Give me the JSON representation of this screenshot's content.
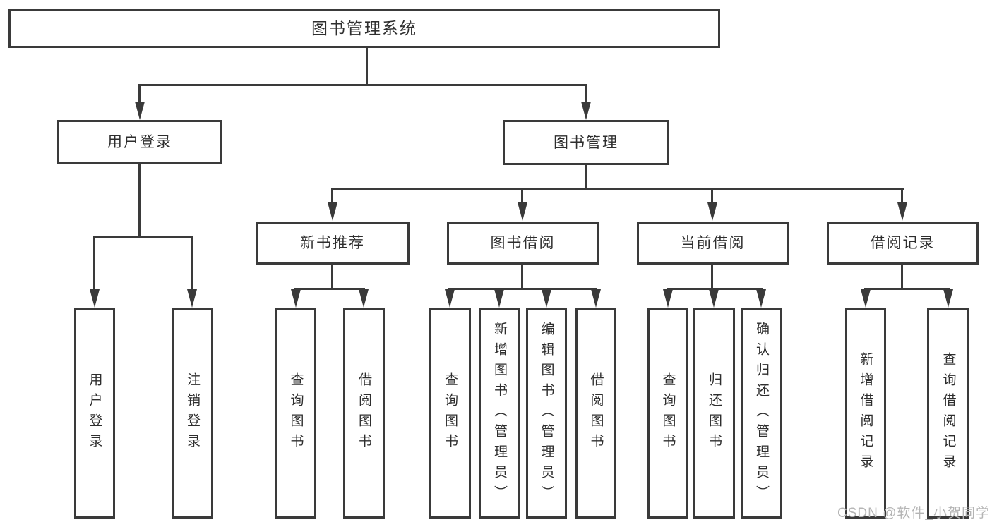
{
  "tree": {
    "root": "图书管理系统",
    "level2": [
      {
        "label": "用户登录",
        "children": [
          {
            "label": "用户登录"
          },
          {
            "label": "注销登录"
          }
        ]
      },
      {
        "label": "图书管理",
        "children": [
          {
            "label": "新书推荐",
            "children": [
              {
                "label": "查询图书"
              },
              {
                "label": "借阅图书"
              }
            ]
          },
          {
            "label": "图书借阅",
            "children": [
              {
                "label": "查询图书"
              },
              {
                "label": "新增图书（管理员）"
              },
              {
                "label": "编辑图书（管理员）"
              },
              {
                "label": "借阅图书"
              }
            ]
          },
          {
            "label": "当前借阅",
            "children": [
              {
                "label": "查询图书"
              },
              {
                "label": "归还图书"
              },
              {
                "label": "确认归还（管理员）"
              }
            ]
          },
          {
            "label": "借阅记录",
            "children": [
              {
                "label": "新增借阅记录"
              },
              {
                "label": "查询借阅记录"
              }
            ]
          }
        ]
      }
    ]
  },
  "watermark": "CSDN @软件_小贺同学",
  "colors": {
    "line": "#3a3a3a",
    "text": "#2e2e2e",
    "watermark": "#b4b4b4",
    "bg": "#ffffff"
  }
}
